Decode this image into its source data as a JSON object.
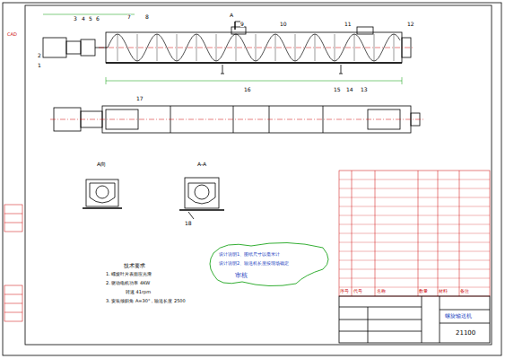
{
  "diagram": {
    "title": "螺旋输送机",
    "labels": [
      "1",
      "2",
      "3",
      "4",
      "5",
      "6",
      "7",
      "8",
      "9",
      "10",
      "11",
      "12",
      "13",
      "14",
      "15",
      "16",
      "17",
      "18",
      "A",
      "A向",
      "A-A",
      "技术要求",
      "1. 螺旋叶片表面应光滑",
      "2. 驱动电机功率 4KW",
      "转速 41rpm",
      "3. 安装倾斜角 A=30°，输送长度 2500",
      "设计说明1、图纸尺寸以毫米计",
      "设计说明2、输送机长度按现场确定",
      "审核",
      "序号",
      "代号",
      "名称",
      "数量",
      "材料",
      "备注",
      "21100",
      "CAD"
    ]
  }
}
